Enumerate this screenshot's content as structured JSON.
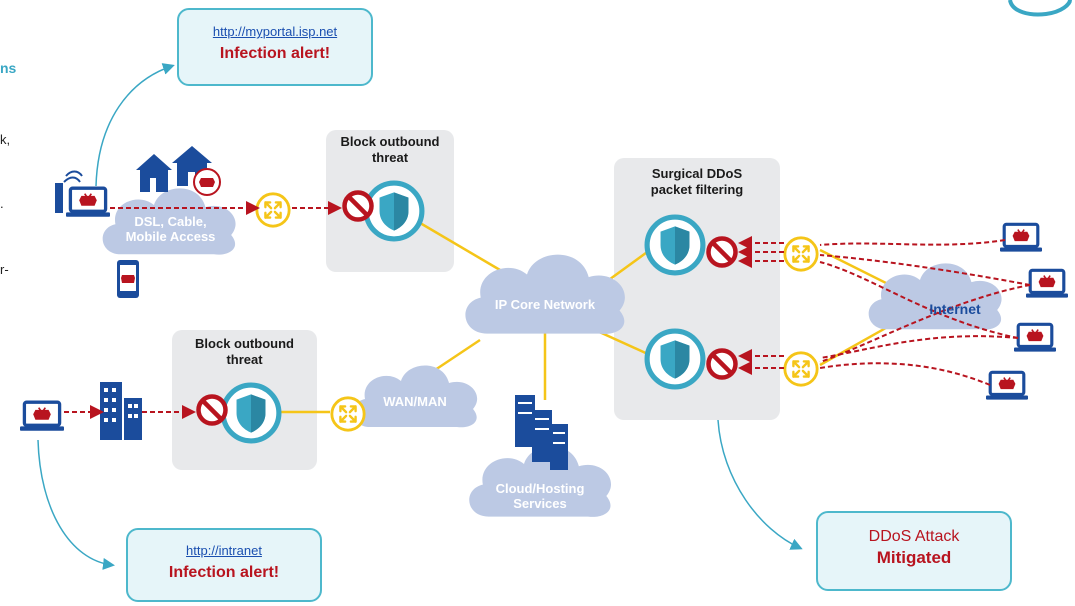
{
  "panels": {
    "block_top": {
      "title_line1": "Block outbound",
      "title_line2": "threat"
    },
    "block_bottom": {
      "title_line1": "Block outbound",
      "title_line2": "threat"
    },
    "ddos": {
      "title_line1": "Surgical DDoS",
      "title_line2": "packet filtering"
    }
  },
  "clouds": {
    "access": {
      "line1": "DSL, Cable,",
      "line2": "Mobile Access"
    },
    "core": {
      "label": "IP Core Network"
    },
    "wan": {
      "label": "WAN/MAN"
    },
    "hosting": {
      "line1": "Cloud/Hosting",
      "line2": "Services"
    },
    "internet": {
      "label": "Internet"
    }
  },
  "alerts": {
    "portal": {
      "url": "http://myportal.isp.net",
      "message": "Infection alert!"
    },
    "intranet": {
      "url": "http://intranet",
      "message": "Infection alert!"
    },
    "ddos": {
      "line1": "DDoS Attack",
      "line2": "Mitigated"
    }
  },
  "edge_fragments": {
    "heading": "ns",
    "t1": "k,",
    "t2": ".",
    "t3": "r-"
  },
  "colors": {
    "threat_red": "#b8141f",
    "accent_teal": "#3aa7c4",
    "cloud": "#bcc9e4",
    "router": "#f5c518",
    "device_blue": "#1b4c9c"
  }
}
